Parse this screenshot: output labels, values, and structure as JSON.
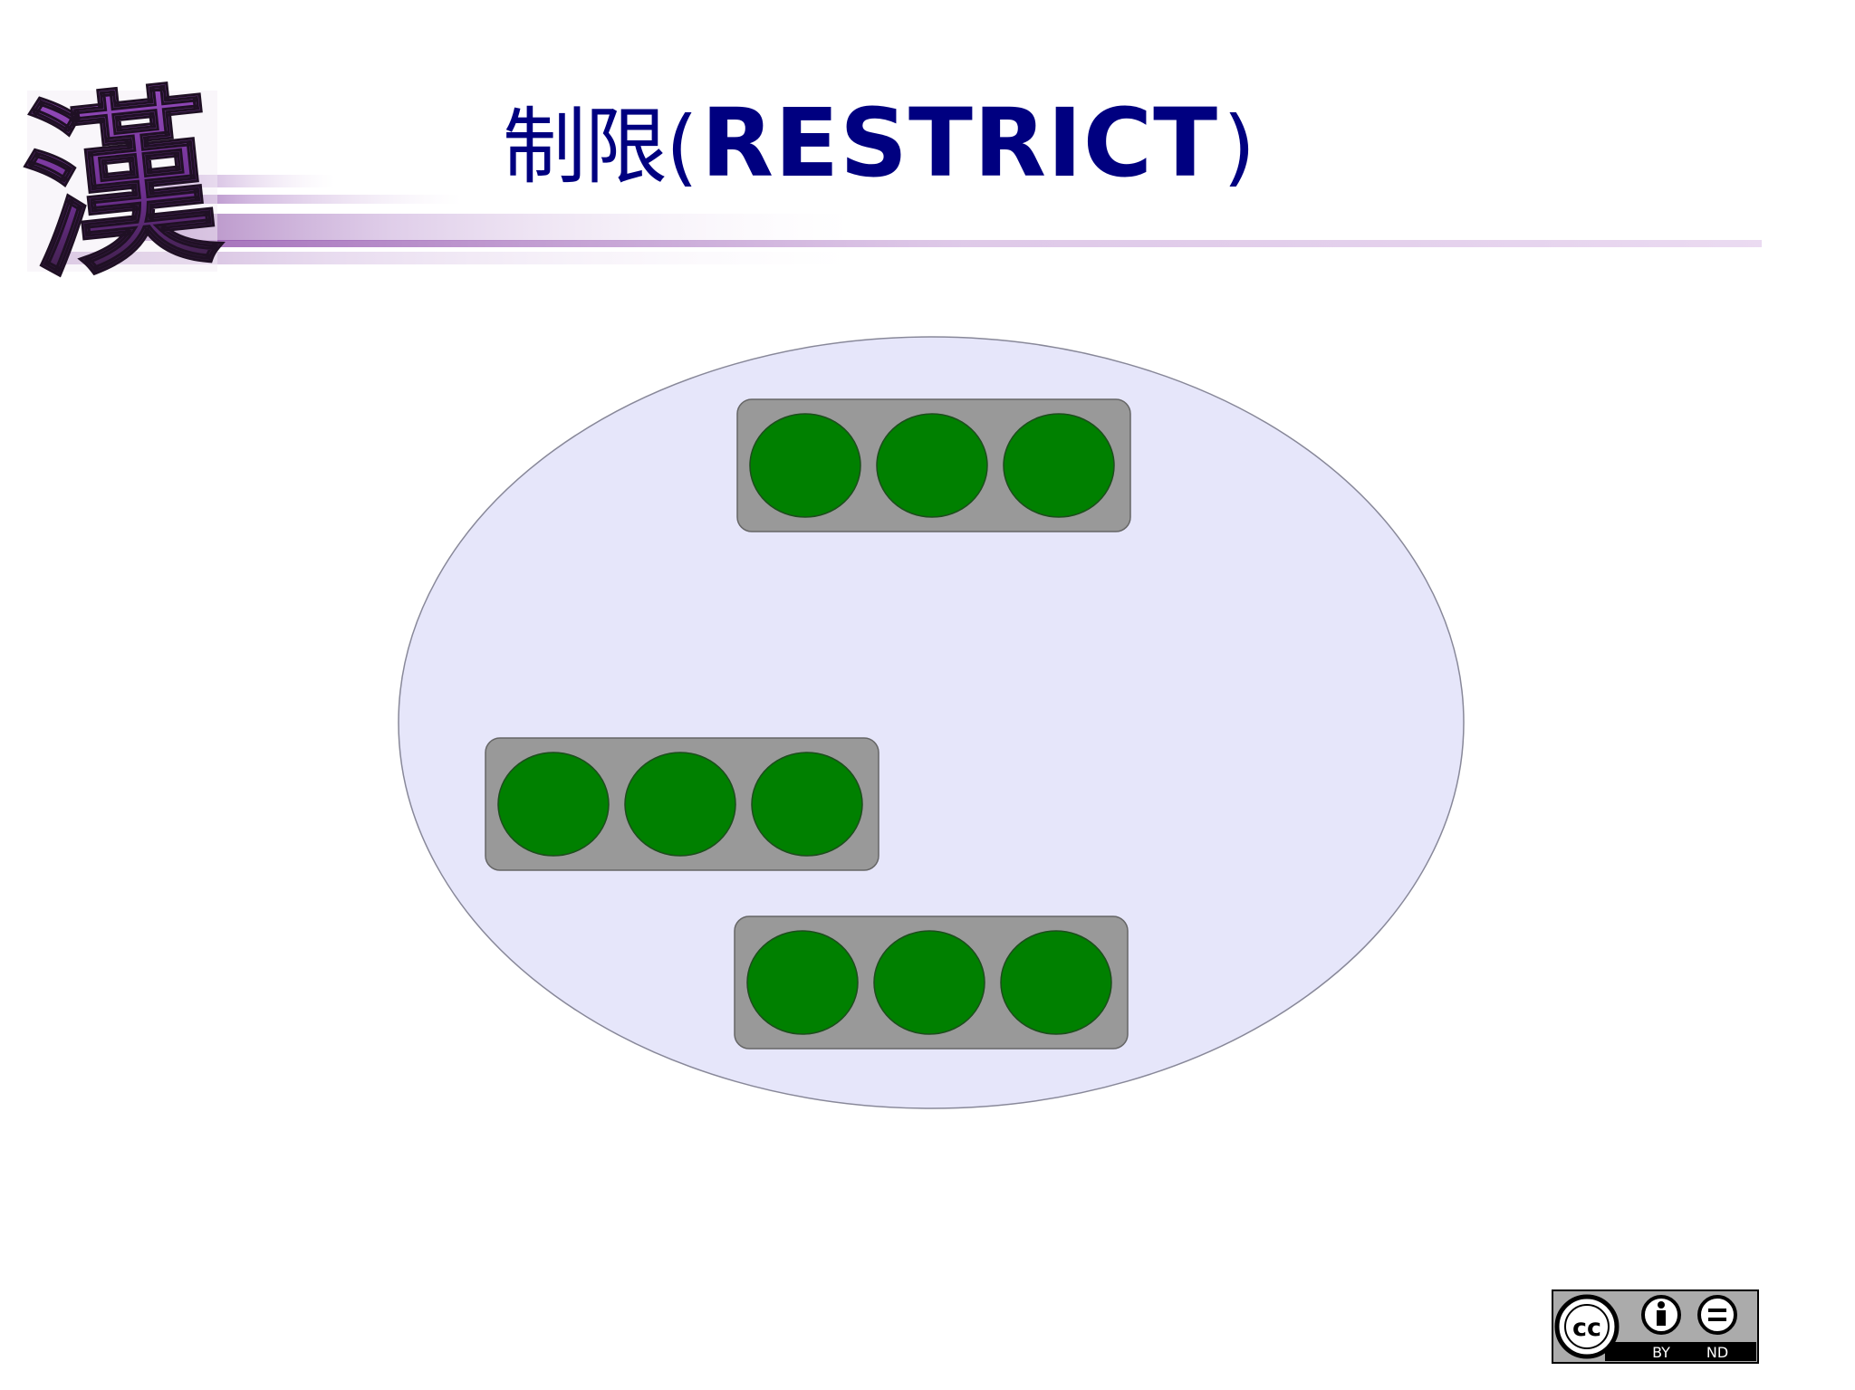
{
  "slide": {
    "title_cjk": "制限",
    "title_open_paren": "(",
    "title_latin": "RESTRICT",
    "title_close_paren": ")",
    "logo_character": "漢",
    "title_color": "#000080"
  },
  "diagram": {
    "container_fill": "#e6e6fa",
    "box_fill": "#999999",
    "circle_fill": "#008000",
    "groups": [
      {
        "circles": 3
      },
      {
        "circles": 3
      },
      {
        "circles": 3
      }
    ]
  },
  "license": {
    "badge_cc": "cc",
    "badge_by": "BY",
    "badge_nd": "ND"
  }
}
